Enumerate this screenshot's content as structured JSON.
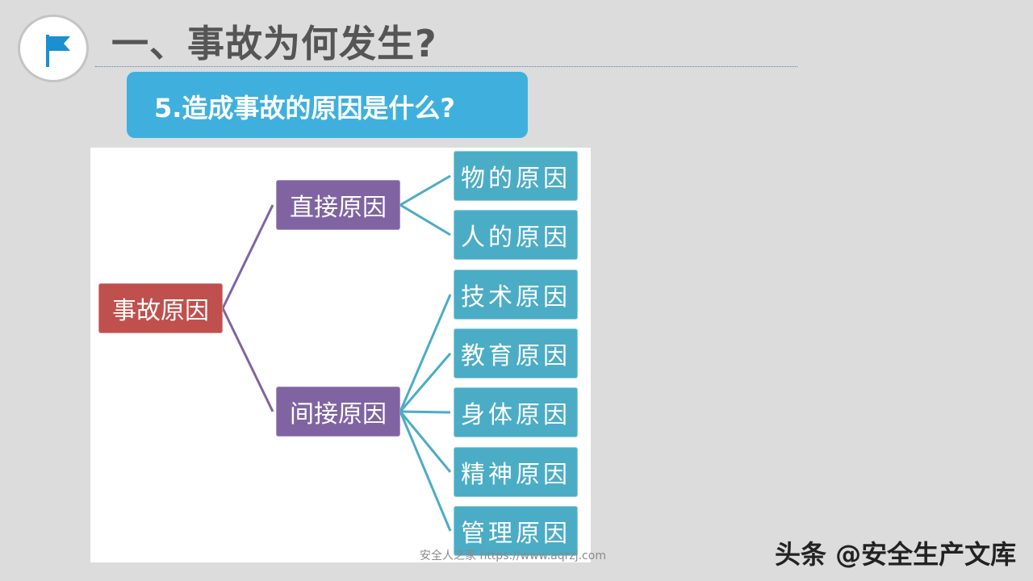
{
  "header": {
    "icon": "flag-icon",
    "title": "一、事故为何发生?"
  },
  "subtitle": {
    "text": "5.造成事故的原因是什么?"
  },
  "diagram": {
    "root": "事故原因",
    "branches": [
      {
        "label": "直接原因",
        "children": [
          "物的原因",
          "人的原因"
        ]
      },
      {
        "label": "间接原因",
        "children": [
          "技术原因",
          "教育原因",
          "身体原因",
          "精神原因",
          "管理原因"
        ]
      }
    ],
    "colors": {
      "root": "#c0504d",
      "branch": "#8064a2",
      "leaf": "#4bacc6",
      "root_connector": "#8064a2",
      "leaf_connector": "#4bacc6"
    }
  },
  "watermarks": {
    "url": "安全人之家 https://www.aqrzj.com",
    "brand": "头条 @安全生产文库"
  }
}
